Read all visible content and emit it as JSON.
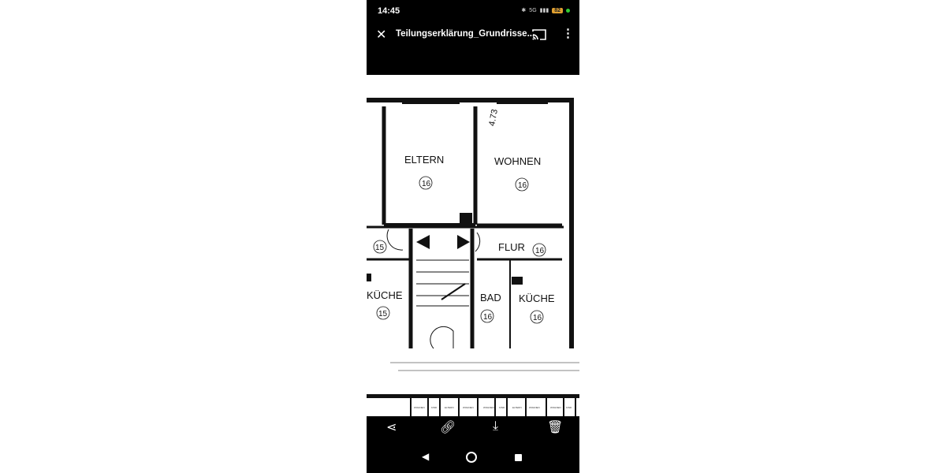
{
  "status_bar": {
    "time": "14:45",
    "network": "5G",
    "battery": "82",
    "icons": [
      "bluetooth-icon",
      "signal-icon",
      "battery-icon"
    ]
  },
  "app_bar": {
    "title": "Teilungserklärung_Grundrisse...",
    "icons": [
      "close-icon",
      "cast-icon",
      "more-vert-icon"
    ]
  },
  "floorplan": {
    "dimension": "4.73",
    "rooms": [
      {
        "name": "ELTERN",
        "number": "16"
      },
      {
        "name": "WOHNEN",
        "number": "16"
      },
      {
        "name": "FLUR",
        "number": "16"
      },
      {
        "name": "",
        "number": "15"
      },
      {
        "name": "KÜCHE",
        "number": "15"
      },
      {
        "name": "BAD",
        "number": "16"
      },
      {
        "name": "KÜCHE",
        "number": "16"
      }
    ],
    "mini_labels": [
      "WOHNEN",
      "KIND",
      "ELTERN",
      "WOHNEN",
      "WOHNEN",
      "KIND",
      "ELTERN",
      "WOHNEN",
      "WOHNEN",
      "KIND"
    ]
  },
  "bottom_actions": [
    "share-icon",
    "link-icon",
    "download-icon",
    "delete-icon"
  ],
  "nav_bar": [
    "back-icon",
    "home-icon",
    "recents-icon"
  ]
}
